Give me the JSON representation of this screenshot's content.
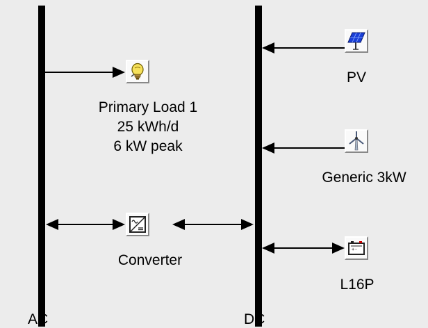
{
  "buses": {
    "ac": {
      "label": "AC"
    },
    "dc": {
      "label": "DC"
    }
  },
  "components": {
    "primary_load": {
      "name": "Primary Load 1",
      "energy": "25 kWh/d",
      "peak": "6 kW peak",
      "icon": "lightbulb-icon"
    },
    "pv": {
      "name": "PV",
      "icon": "solar-panel-icon"
    },
    "wind": {
      "name": "Generic 3kW",
      "icon": "wind-turbine-icon"
    },
    "converter": {
      "name": "Converter",
      "icon": "converter-icon"
    },
    "battery": {
      "name": "L16P",
      "icon": "battery-icon"
    }
  },
  "colors": {
    "line": "#000000",
    "background": "#ececec"
  }
}
